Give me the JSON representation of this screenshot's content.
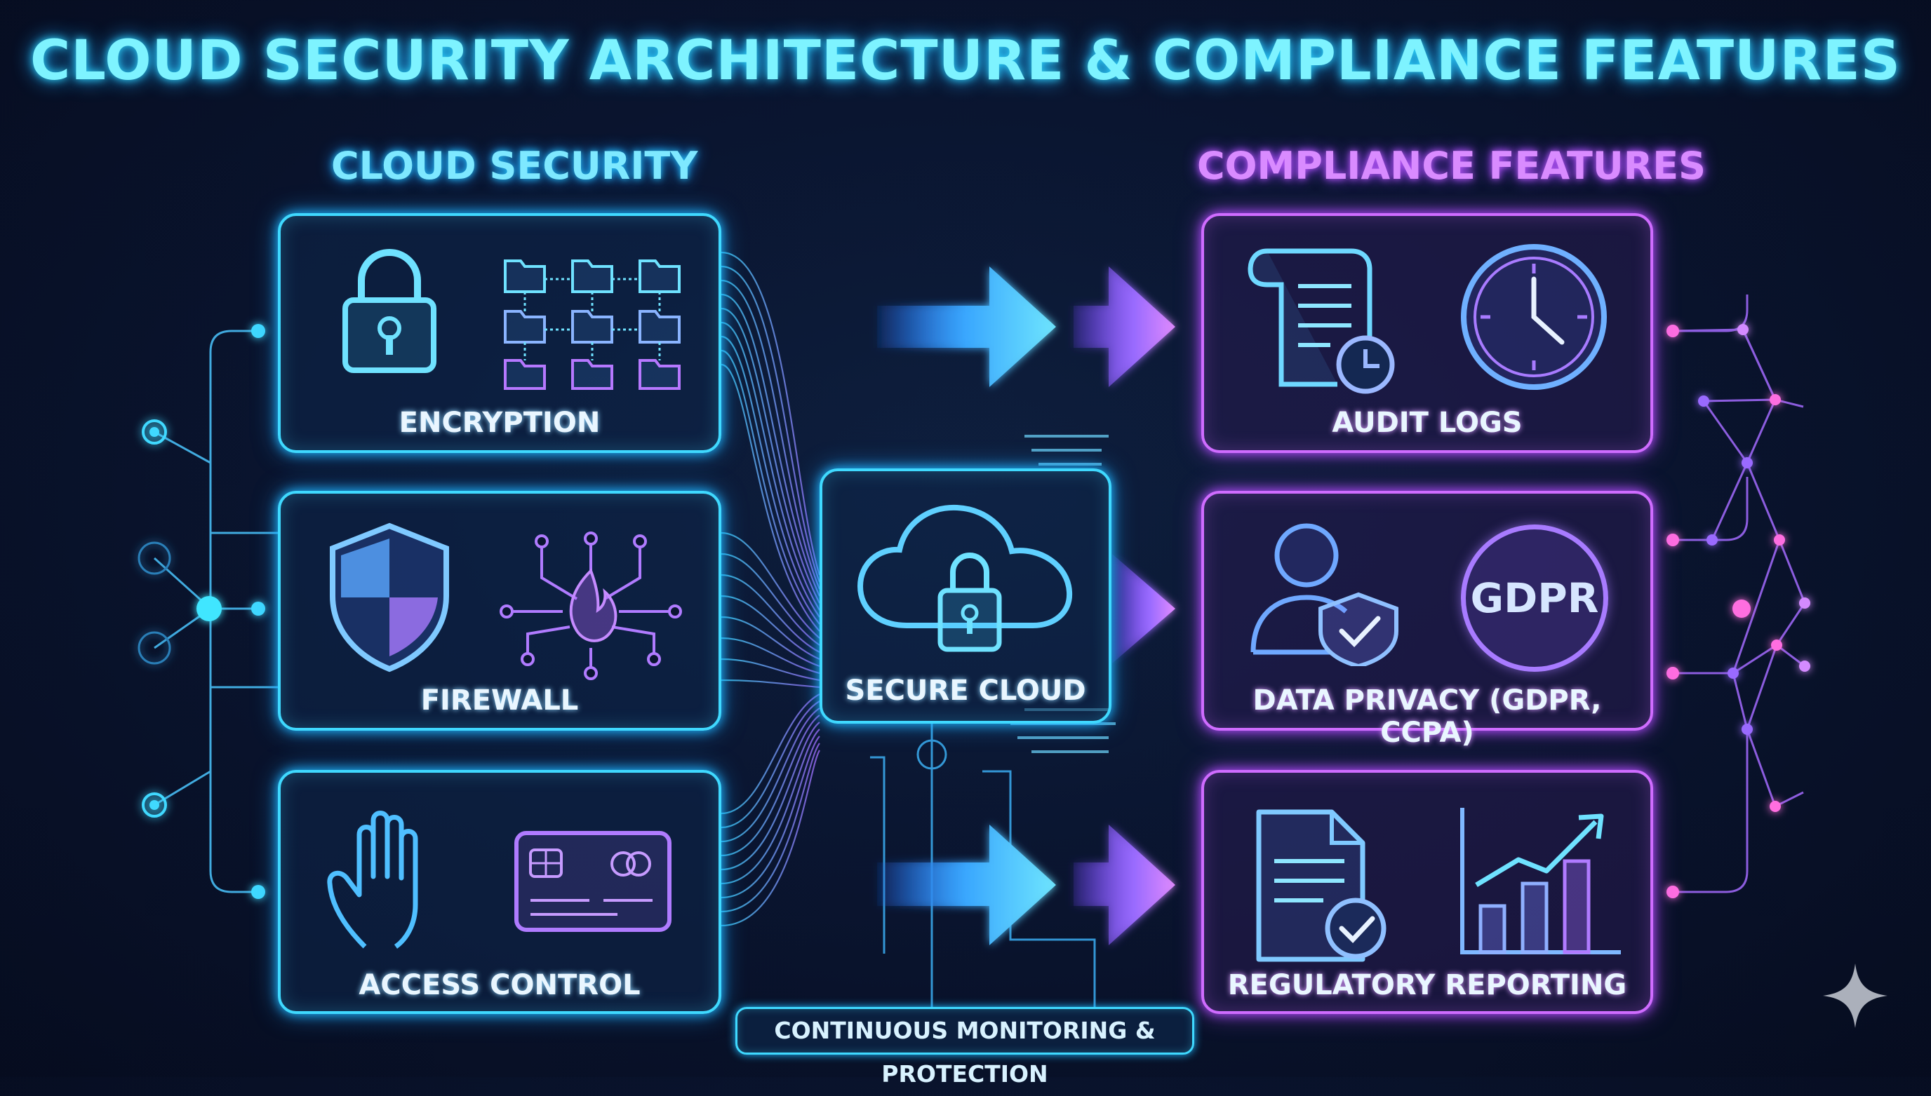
{
  "title": "CLOUD SECURITY ARCHITECTURE & COMPLIANCE FEATURES",
  "sections": {
    "cloud_security": "CLOUD SECURITY",
    "compliance_features": "COMPLIANCE FEATURES"
  },
  "security_panels": [
    {
      "label": "ENCRYPTION",
      "icons": [
        "padlock-icon",
        "folder-grid-icon"
      ]
    },
    {
      "label": "FIREWALL",
      "icons": [
        "shield-icon",
        "firewall-network-icon"
      ]
    },
    {
      "label": "ACCESS CONTROL",
      "icons": [
        "hand-icon",
        "access-card-icon"
      ]
    }
  ],
  "center": {
    "label": "SECURE CLOUD",
    "icon": "cloud-lock-icon"
  },
  "compliance_panels": [
    {
      "label": "AUDIT LOGS",
      "icons": [
        "document-scroll-icon",
        "clock-icon"
      ]
    },
    {
      "label": "DATA PRIVACY (GDPR, CCPA)",
      "badge": "GDPR",
      "icons": [
        "user-shield-icon",
        "gdpr-badge-icon"
      ]
    },
    {
      "label": "REGULATORY REPORTING",
      "icons": [
        "report-check-icon",
        "bar-chart-trend-icon"
      ]
    }
  ],
  "monitoring_label": "CONTINUOUS MONITORING & PROTECTION",
  "colors": {
    "cyan": "#3fd9ff",
    "purple": "#cf6cff",
    "title": "#7ef3ff",
    "background": "#0a1530"
  }
}
